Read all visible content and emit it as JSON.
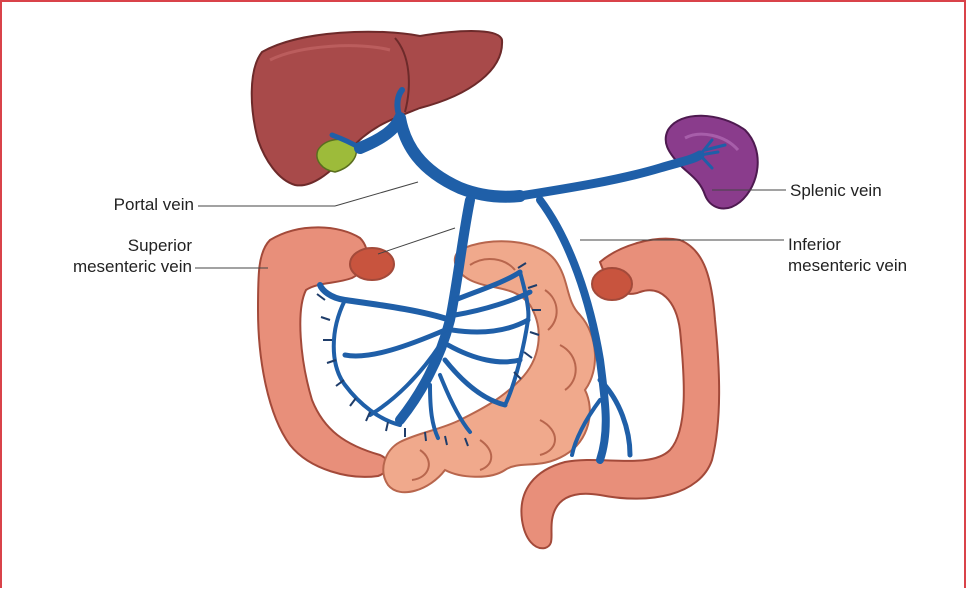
{
  "labels": {
    "portal_vein": "Portal vein",
    "superior_mesenteric_vein": [
      "Superior",
      "mesenteric vein"
    ],
    "splenic_vein": "Splenic vein",
    "inferior_mesenteric_vein": [
      "Inferior",
      "mesenteric vein"
    ]
  },
  "colors": {
    "border": "#d9434a",
    "liver": "#a84a4a",
    "gallbladder": "#9dbb3a",
    "spleen": "#8a3c8c",
    "veins": "#1f5fa8",
    "colon": "#e88f7a",
    "small_intestine": "#f0a98c"
  }
}
